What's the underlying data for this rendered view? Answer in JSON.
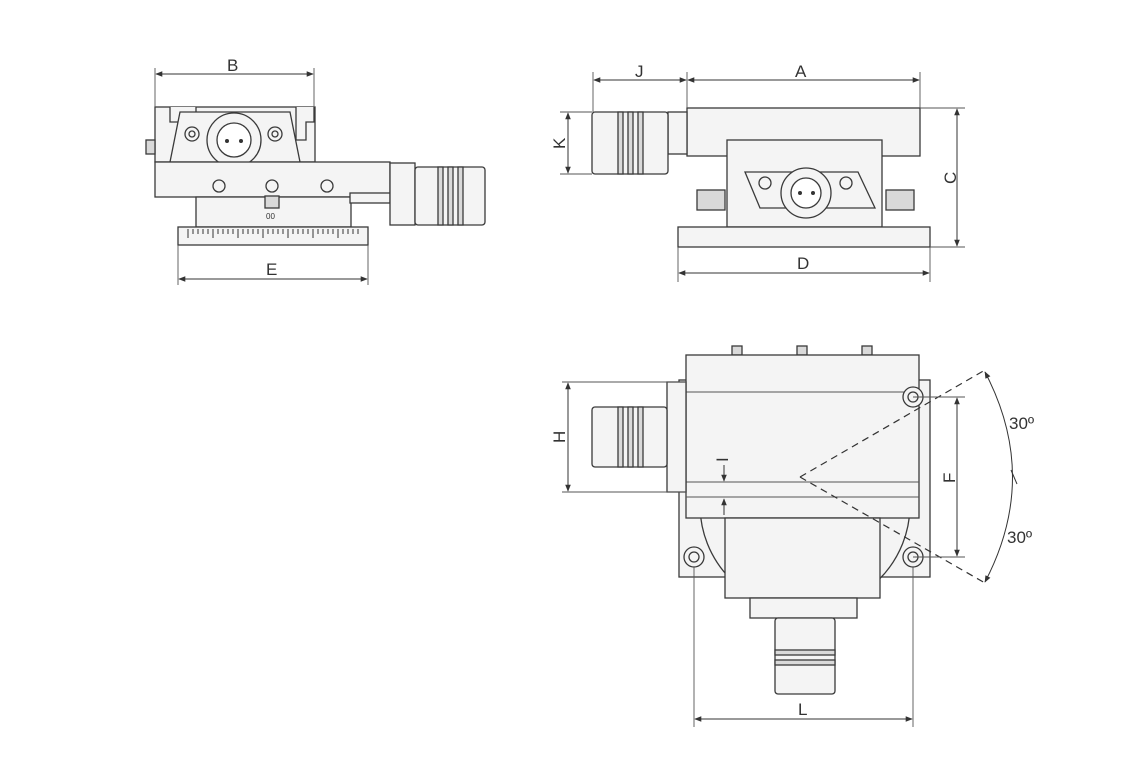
{
  "dimensions": {
    "A": "A",
    "B": "B",
    "C": "C",
    "D": "D",
    "E": "E",
    "F": "F",
    "H": "H",
    "I": "I",
    "J": "J",
    "K": "K",
    "L": "L"
  },
  "angles": {
    "upper": "30º",
    "lower": "30º"
  },
  "scale_marking": "00"
}
